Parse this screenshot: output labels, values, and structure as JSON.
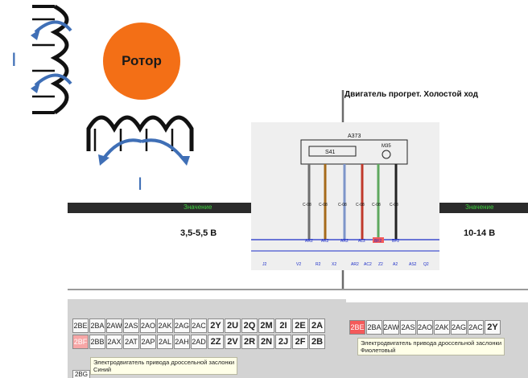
{
  "coil_top": {
    "current_symbol": "I"
  },
  "coil_bottom": {
    "current_symbol": "I"
  },
  "rotor": {
    "label": "Ротор",
    "color": "#f36f16"
  },
  "caption": "Двигатель прогрет. Холостой ход",
  "bars": {
    "left": {
      "label": "Значение",
      "voltage": "3,5-5,5 В"
    },
    "right": {
      "label": "Значение",
      "voltage": "10-14 В"
    }
  },
  "schematic": {
    "unit": "A373",
    "module": "S41",
    "motor": "M35",
    "wire_colors": [
      "#6f6f6f",
      "#a66a1a",
      "#7d95c9",
      "#c0392b",
      "#5fa85f",
      "#222222"
    ],
    "connector_labels": [
      "C-08",
      "C-08",
      "C-08",
      "C-08",
      "C-08",
      "C-08"
    ],
    "pin_labels": [
      "AR2",
      "AK2",
      "AR2",
      "AL2",
      "BF2",
      "BF2"
    ],
    "bus_labels": [
      "J2",
      "V2",
      "R2",
      "X2",
      "AR2",
      "AC2",
      "Z2",
      "A2",
      "AS2",
      "Q2"
    ]
  },
  "panel_left": {
    "row1": [
      "2BE",
      "2BA",
      "2AW",
      "2AS",
      "2AO",
      "2AK",
      "2AG",
      "2AC",
      "2Y",
      "2U",
      "2Q",
      "2M",
      "2I",
      "2E",
      "2A"
    ],
    "row2": [
      "2BF",
      "2BB",
      "2AX",
      "2AT",
      "2AP",
      "2AL",
      "2AH",
      "2AD",
      "2Z",
      "2V",
      "2R",
      "2N",
      "2J",
      "2F",
      "2B"
    ],
    "tooltip": [
      "Электродвигатель привода дроссельной заслонки",
      "Синий"
    ],
    "tail": "2BG"
  },
  "panel_right": {
    "row1": [
      "2BE",
      "2BA",
      "2AW",
      "2AS",
      "2AO",
      "2AK",
      "2AG",
      "2AC",
      "2Y"
    ],
    "tooltip": [
      "Электродвигатель привода дроссельной заслонки",
      "Фиолетовый"
    ]
  },
  "colors": {
    "arrow": "#3f6fb6",
    "highlight": "#f45a5a",
    "bus": "#1b2cc8"
  }
}
